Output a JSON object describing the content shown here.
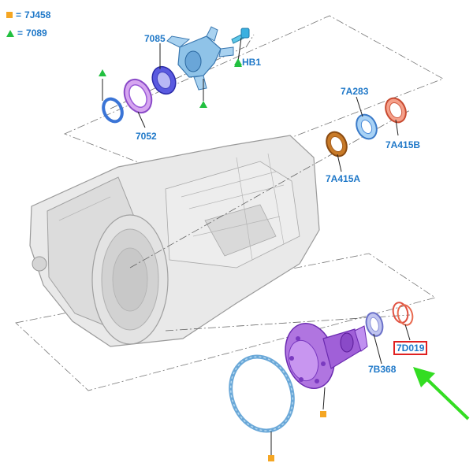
{
  "legend": [
    {
      "symbol": "square",
      "color": "#f5a623",
      "eq": "=",
      "code": "7J458"
    },
    {
      "symbol": "triangle",
      "color": "#22c040",
      "eq": "=",
      "code": "7089"
    }
  ],
  "callouts": {
    "c7085": "7085",
    "cHB1": "HB1",
    "c7052": "7052",
    "c7A283": "7A283",
    "c7A415B": "7A415B",
    "c7A415A": "7A415A",
    "c7B368": "7B368",
    "c7D019": "7D019"
  },
  "colors": {
    "label": "#1f78c8",
    "highlight_box": "#e02020",
    "arrow": "#33dd22",
    "square_marker": "#f5a623",
    "triangle_marker": "#22c040"
  }
}
